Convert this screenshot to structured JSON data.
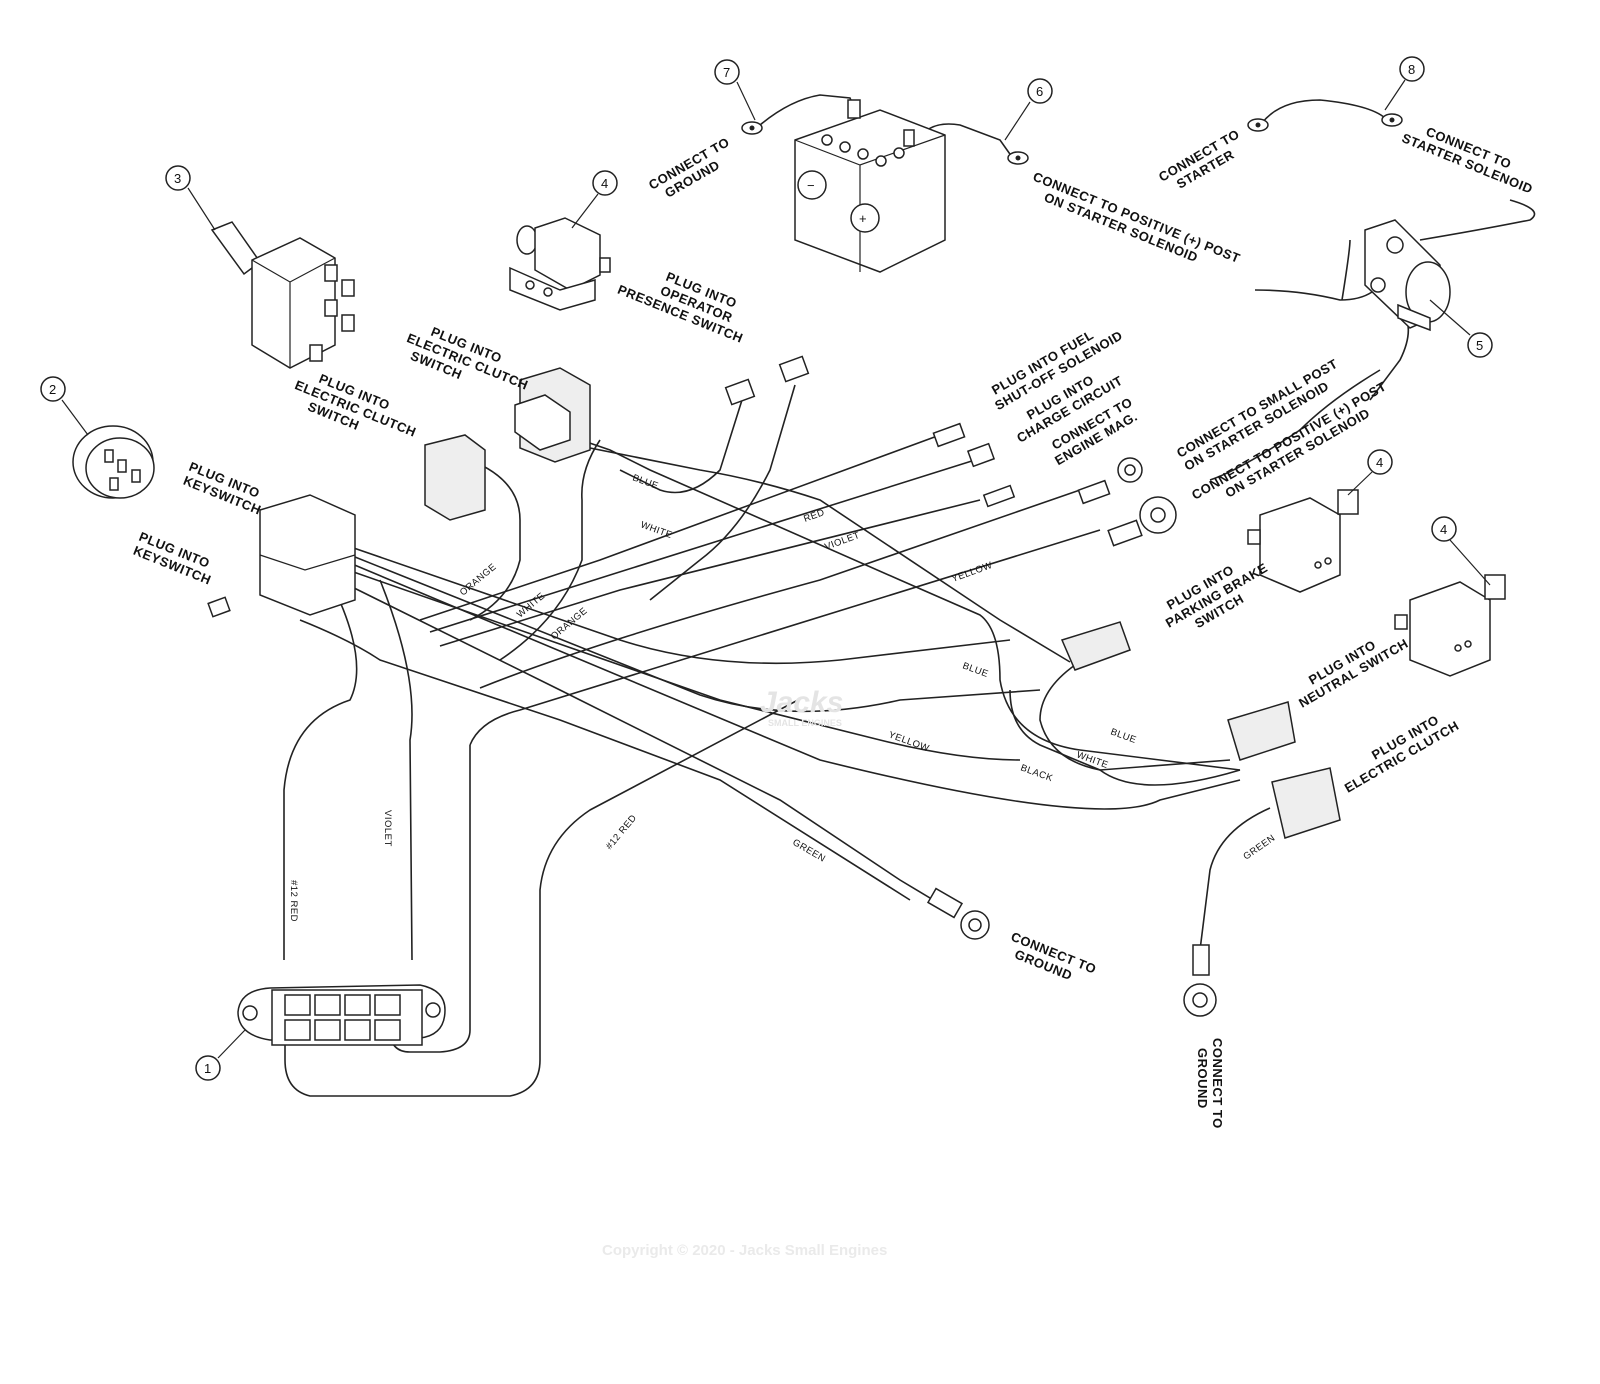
{
  "parts": [
    {
      "num": "1",
      "name": "fuse-block"
    },
    {
      "num": "2",
      "name": "keyswitch"
    },
    {
      "num": "3",
      "name": "toggle-switch"
    },
    {
      "num": "4",
      "name": "operator-presence-switch"
    },
    {
      "num": "4",
      "name": "parking-brake-switch"
    },
    {
      "num": "4",
      "name": "neutral-switch"
    },
    {
      "num": "5",
      "name": "starter-solenoid"
    },
    {
      "num": "6",
      "name": "positive-battery-cable"
    },
    {
      "num": "7",
      "name": "ground-cable"
    },
    {
      "num": "8",
      "name": "starter-cable"
    }
  ],
  "labels": {
    "cable7_ground": [
      "CONNECT TO",
      "GROUND"
    ],
    "cable6_positive": [
      "CONNECT TO POSITIVE (+) POST",
      "ON STARTER SOLENOID"
    ],
    "cable8_starter": [
      "CONNECT TO",
      "STARTER"
    ],
    "cable8_solenoid": [
      "CONNECT TO",
      "STARTER SOLENOID"
    ],
    "operator_presence": [
      "PLUG INTO",
      "OPERATOR",
      "PRESENCE SWITCH"
    ],
    "elec_clutch_switch_1": [
      "PLUG INTO",
      "ELECTRIC CLUTCH",
      "SWITCH"
    ],
    "elec_clutch_switch_2": [
      "PLUG INTO",
      "ELECTRIC CLUTCH",
      "SWITCH"
    ],
    "keyswitch_1": [
      "PLUG INTO",
      "KEYSWITCH"
    ],
    "keyswitch_2": [
      "PLUG INTO",
      "KEYSWITCH"
    ],
    "fuel_solenoid": [
      "PLUG INTO FUEL",
      "SHUT-OFF SOLENOID"
    ],
    "charge_circuit": [
      "PLUG INTO",
      "CHARGE CIRCUIT"
    ],
    "engine_mag": [
      "CONNECT TO",
      "ENGINE MAG."
    ],
    "small_post": [
      "CONNECT TO SMALL POST",
      "ON STARTER SOLENOID"
    ],
    "positive_post": [
      "CONNECT TO POSITIVE (+) POST",
      "ON STARTER SOLENOID"
    ],
    "parking_brake": [
      "PLUG INTO",
      "PARKING BRAKE",
      "SWITCH"
    ],
    "neutral_switch": [
      "PLUG INTO",
      "NEUTRAL SWITCH"
    ],
    "electric_clutch": [
      "PLUG INTO",
      "ELECTRIC CLUTCH"
    ],
    "green_ground": [
      "CONNECT TO",
      "GROUND"
    ],
    "clutch_ground": [
      "CONNECT TO",
      "GROUND"
    ]
  },
  "wire_labels": {
    "blue_1": "BLUE",
    "white_1": "WHITE",
    "red_1": "RED",
    "violet_1": "VIOLET",
    "yellow_1": "YELLOW",
    "orange_1": "ORANGE",
    "white_2": "WHITE",
    "orange_2": "ORANGE",
    "blue_2": "BLUE",
    "blue_3": "BLUE",
    "white_3": "WHITE",
    "yellow_2": "YELLOW",
    "black_1": "BLACK",
    "green_1": "GREEN",
    "green_2": "GREEN",
    "red12_1": "#12 RED",
    "red12_2": "#12 RED",
    "violet_2": "VIOLET"
  },
  "watermark": {
    "brand": "Jacks",
    "sub": "SMALL ENGINES"
  },
  "copyright": "Copyright © 2020 - Jacks Small Engines"
}
